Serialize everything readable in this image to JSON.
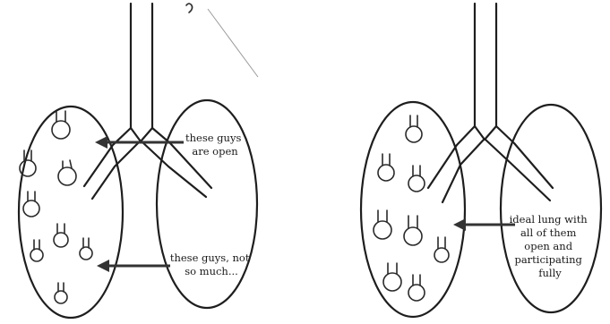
{
  "left_diagram": {
    "annotation_open": [
      "these guys",
      "are open"
    ],
    "annotation_closed": [
      "these guys, not",
      "so much..."
    ]
  },
  "right_diagram": {
    "annotation_ideal": [
      "ideal lung with",
      "all of them",
      "open and",
      "participating",
      "fully"
    ]
  }
}
